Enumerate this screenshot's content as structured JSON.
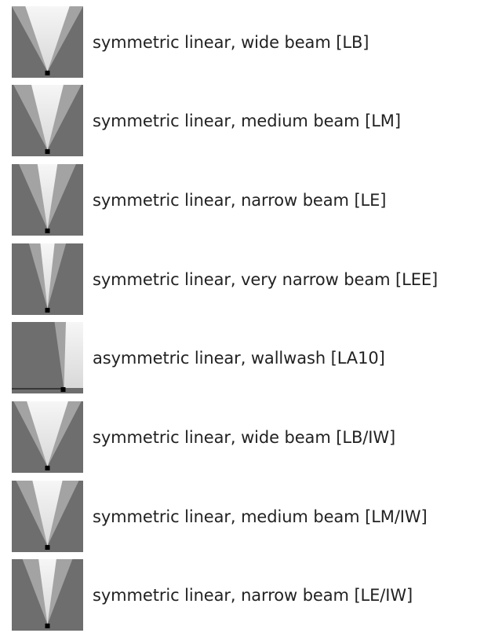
{
  "colors": {
    "background": "#6e6e6e",
    "beam_outer": "#a3a3a3",
    "beam_inner_top": "#f6f6f6",
    "beam_inner_bottom": "#d8d8d8",
    "marker": "#000000",
    "label_text": "#222222"
  },
  "items": [
    {
      "label": "symmetric linear, wide beam [LB]",
      "beam": "symmetric",
      "outer_spread": 1.0,
      "inner_spread": 0.62
    },
    {
      "label": "symmetric linear, medium beam [LM]",
      "beam": "symmetric",
      "outer_spread": 0.95,
      "inner_spread": 0.45
    },
    {
      "label": "symmetric linear, narrow beam [LE]",
      "beam": "symmetric",
      "outer_spread": 0.8,
      "inner_spread": 0.28
    },
    {
      "label": "symmetric linear, very narrow beam [LEE]",
      "beam": "symmetric",
      "outer_spread": 0.52,
      "inner_spread": 0.2
    },
    {
      "label": "asymmetric linear, wallwash [LA10]",
      "beam": "asymmetric",
      "outer_spread": 0.55,
      "inner_spread": 0.32
    },
    {
      "label": "symmetric linear, wide beam [LB/IW]",
      "beam": "symmetric",
      "outer_spread": 0.95,
      "inner_spread": 0.58
    },
    {
      "label": "symmetric linear, medium beam [LM/IW]",
      "beam": "symmetric",
      "outer_spread": 0.88,
      "inner_spread": 0.42
    },
    {
      "label": "symmetric linear, narrow beam [LE/IW]",
      "beam": "symmetric",
      "outer_spread": 0.7,
      "inner_spread": 0.25
    }
  ]
}
